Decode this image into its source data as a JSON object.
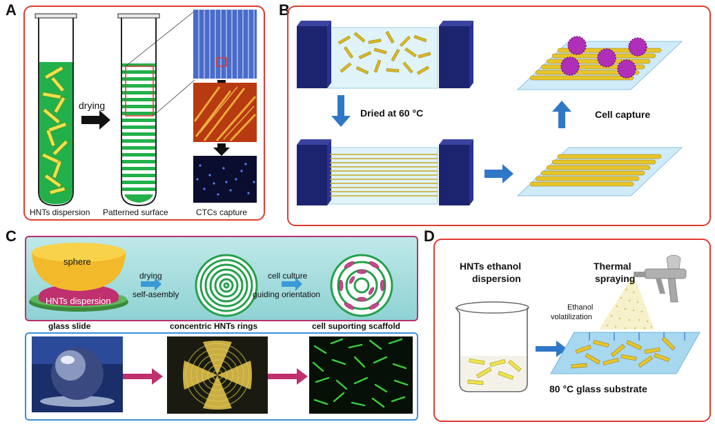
{
  "panels": {
    "a": {
      "letter": "A",
      "arrow_label": "drying",
      "captions": [
        "HNTs dispersion",
        "Patterned surface",
        "CTCs capture"
      ]
    },
    "b": {
      "letter": "B",
      "step_dry": "Dried at 60 °C",
      "step_capture": "Cell capture"
    },
    "c": {
      "letter": "C",
      "sphere_label": "sphere",
      "dispersion_label": "HNTs dispersion",
      "arrow1_top": "drying",
      "arrow1_bottom": "self-asembly",
      "arrow2_top": "cell culture",
      "arrow2_bottom": "guiding orientation",
      "captions": [
        "glass slide",
        "concentric HNTs rings",
        "cell suporting scaffold"
      ]
    },
    "d": {
      "letter": "D",
      "dispersion_line1": "HNTs ethanol",
      "dispersion_line2": "dispersion",
      "spray_line1": "Thermal",
      "spray_line2": "spraying",
      "volat_line1": "Ethanol",
      "volat_line2": "volatilization",
      "substrate": "80 °C glass substrate"
    }
  },
  "colors": {
    "frame_red": "#e03a2e",
    "frame_pink": "#b5306f",
    "frame_blue": "#3a8fd9",
    "tube_green": "#22b04a",
    "rod_yellow": "#f0e24a",
    "cell_purple": "#b02fb8",
    "dark_navy": "#1c2470",
    "arrow_blue": "#2f78c8",
    "arrow_magenta": "#c0306f"
  }
}
